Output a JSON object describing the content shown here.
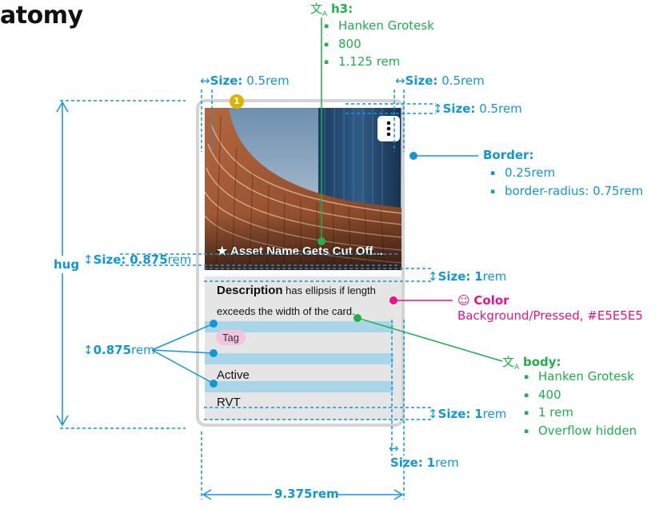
{
  "page_title": "atomy",
  "card": {
    "asset_name": "★ Asset Name Gets Cut Off...",
    "description_bold": "Description",
    "description_rest": " has ellipsis if length exceeds the width of the card.",
    "tag": "Tag",
    "status": "Active",
    "file_type": "RVT",
    "badge": "1",
    "background_color": "#E5E5E5",
    "border_color": "#D4D4D4",
    "tag_color": "#F3C4DD"
  },
  "annotations": {
    "h3": {
      "title": "h3:",
      "font": "Hanken Grotesk",
      "weight": "800",
      "size": "1.125 rem"
    },
    "size_left": {
      "label": "Size:",
      "value": "0.5rem"
    },
    "size_right": {
      "label": "Size:",
      "value": "0.5rem"
    },
    "size_top_right": {
      "label": "Size:",
      "value": "0.5rem"
    },
    "border": {
      "title": "Border:",
      "width": "0.25rem",
      "radius": "border-radius: 0.75rem"
    },
    "hug": "hug",
    "size_title_gap": {
      "label": "Size:",
      "value_bold": "0.875",
      "unit": "rem"
    },
    "size_image_gap": {
      "label": "Size:",
      "value_bold": "1",
      "unit": "rem"
    },
    "color": {
      "title": "Color",
      "value": "Background/Pressed, #E5E5E5"
    },
    "row_gap": {
      "value_bold": "0.875",
      "unit": "rem"
    },
    "body": {
      "title": "body:",
      "font": "Hanken Grotesk",
      "weight": "400",
      "size": "1 rem",
      "overflow": "Overflow hidden"
    },
    "size_bottom": {
      "label": "Size:",
      "value_bold": "1",
      "unit": "rem"
    },
    "size_right_pad": {
      "label": "Size:",
      "value_bold": "1",
      "unit": "rem"
    },
    "width": "9.375rem"
  },
  "colors": {
    "blue": "#1197D6",
    "green": "#1FB04C",
    "pink": "#E6138C"
  },
  "icons": [
    "translate-icon",
    "palette-icon",
    "dots-vertical-icon",
    "star-icon"
  ]
}
